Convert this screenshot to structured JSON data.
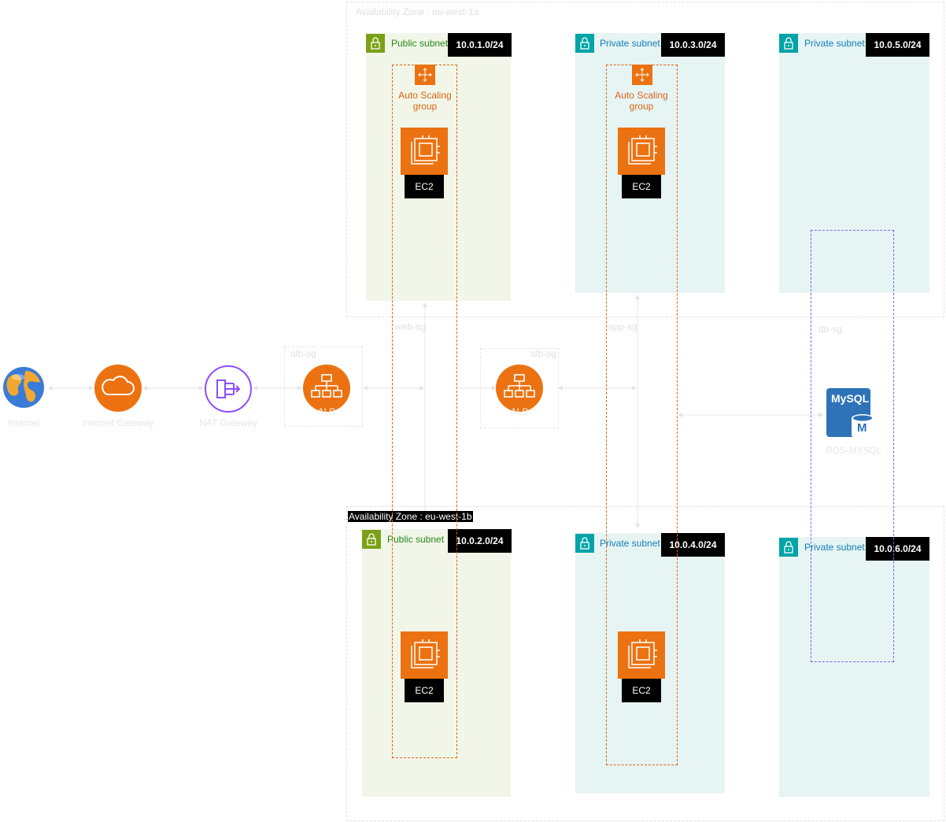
{
  "az1": {
    "label": "Availability Zone : eu-west-1a"
  },
  "az2": {
    "label": "Availability Zone : eu-west-1b"
  },
  "subnets": {
    "pub1": {
      "name": "Public subnet",
      "cidr": "10.0.1.0/24"
    },
    "priv3": {
      "name": "Private subnet",
      "cidr": "10.0.3.0/24"
    },
    "priv5": {
      "name": "Private subnet",
      "cidr": "10.0.5.0/24"
    },
    "pub2": {
      "name": "Public subnet",
      "cidr": "10.0.2.0/24"
    },
    "priv4": {
      "name": "Private subnet",
      "cidr": "10.0.4.0/24"
    },
    "priv6": {
      "name": "Private subnet",
      "cidr": "10.0.6.0/24"
    }
  },
  "asg": {
    "label": "Auto Scaling group"
  },
  "ec2": {
    "label": "EC2"
  },
  "security_groups": {
    "web": "web-sg",
    "app": "app-sg",
    "db": "db-sg",
    "alb1": "alb-sg",
    "alb2": "alb-sg"
  },
  "nodes": {
    "internet": "Internet",
    "igw": "Internet Gateway",
    "nat": "NAT Gateway",
    "alb1": "ALB",
    "alb2": "ALB",
    "rds": "RDS-MYSQL",
    "mysql_text": "MySQL",
    "mysql_m": "M"
  },
  "colors": {
    "public_green": "#7aa116",
    "private_teal": "#00a4a6",
    "orange": "#ec7211",
    "asg_orange": "#d86613",
    "nat_purple": "#8c4fff",
    "rds_blue": "#2e73b8"
  }
}
